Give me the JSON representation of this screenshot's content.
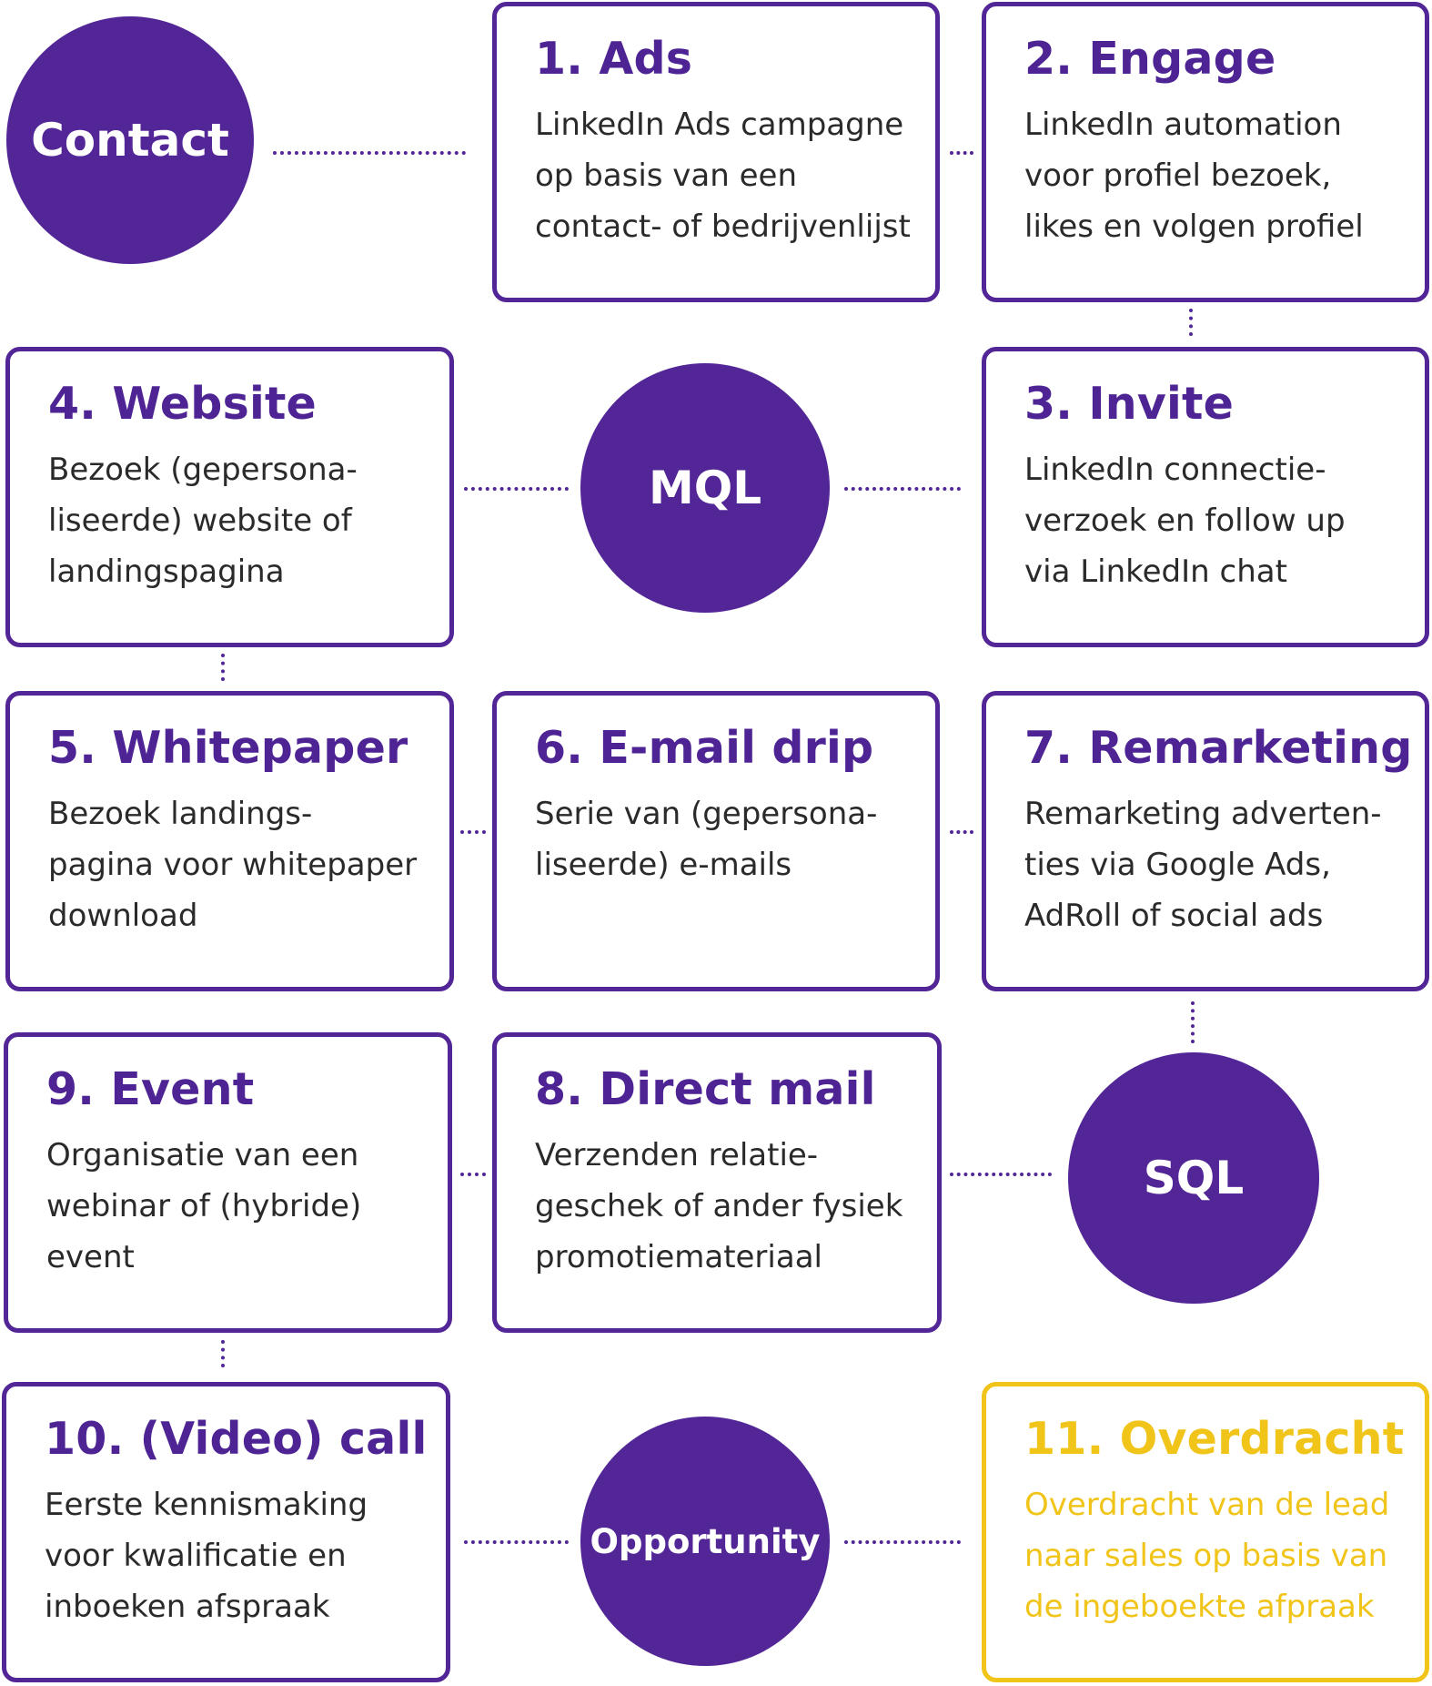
{
  "stages": {
    "contact": "Contact",
    "mql": "MQL",
    "sql": "SQL",
    "opportunity": "Opportunity"
  },
  "steps": [
    {
      "title": "1. Ads",
      "lines": [
        "LinkedIn Ads campagne",
        "op basis van een",
        "contact- of bedrijvenlijst"
      ]
    },
    {
      "title": "2. Engage",
      "lines": [
        "LinkedIn automation",
        "voor profiel bezoek,",
        "likes en volgen profiel"
      ]
    },
    {
      "title": "3. Invite",
      "lines": [
        "LinkedIn connectie-",
        "verzoek en follow up",
        "via LinkedIn chat"
      ]
    },
    {
      "title": "4. Website",
      "lines": [
        "Bezoek (gepersona-",
        "liseerde) website of",
        "landingspagina"
      ]
    },
    {
      "title": "5. Whitepaper",
      "lines": [
        "Bezoek landings-",
        "pagina voor whitepaper",
        "download"
      ]
    },
    {
      "title": "6. E-mail drip",
      "lines": [
        "Serie van (gepersona-",
        "liseerde) e-mails"
      ]
    },
    {
      "title": "7. Remarketing",
      "lines": [
        "Remarketing adverten-",
        "ties via Google Ads,",
        "AdRoll of social ads"
      ]
    },
    {
      "title": "8. Direct mail",
      "lines": [
        "Verzenden relatie-",
        "geschek of ander fysiek",
        "promotiemateriaal"
      ]
    },
    {
      "title": "9. Event",
      "lines": [
        "Organisatie van een",
        "webinar of (hybride)",
        "event"
      ]
    },
    {
      "title": "10. (Video) call",
      "lines": [
        "Eerste kennismaking",
        "voor kwalificatie en",
        "inboeken afspraak"
      ]
    },
    {
      "title": "11. Overdracht",
      "lines": [
        "Overdracht van de lead",
        "naar sales op basis van",
        "de ingeboekte afpraak"
      ]
    }
  ],
  "colors": {
    "purple": "#522696",
    "purple_text": "#4e2394",
    "gold": "#f0c419",
    "text": "#2a2a2a"
  }
}
